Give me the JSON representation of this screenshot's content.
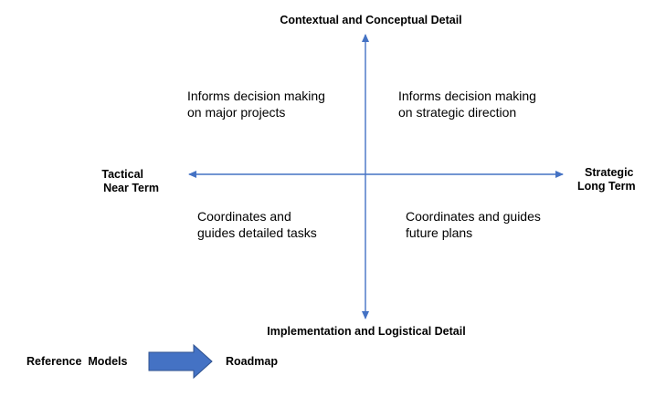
{
  "axis_labels": {
    "top": "Contextual  and Conceptual Detail",
    "bottom": "Implementation and Logistical Detail",
    "left_line1": "Tactical",
    "left_line2": "Near Term",
    "right_line1": "Strategic",
    "right_line2": "Long Term"
  },
  "quadrants": {
    "top_left": [
      "Informs decision making",
      "on major projects"
    ],
    "top_right": [
      "Informs decision making",
      "on strategic direction"
    ],
    "bottom_left": [
      "Coordinates and",
      "guides detailed tasks"
    ],
    "bottom_right": [
      "Coordinates and guides",
      "future plans"
    ]
  },
  "legend": {
    "from": "Reference  Models",
    "to": "Roadmap"
  },
  "colors": {
    "axis": "#4472C4",
    "arrow_fill": "#4472C4",
    "arrow_stroke": "#2F528F"
  }
}
